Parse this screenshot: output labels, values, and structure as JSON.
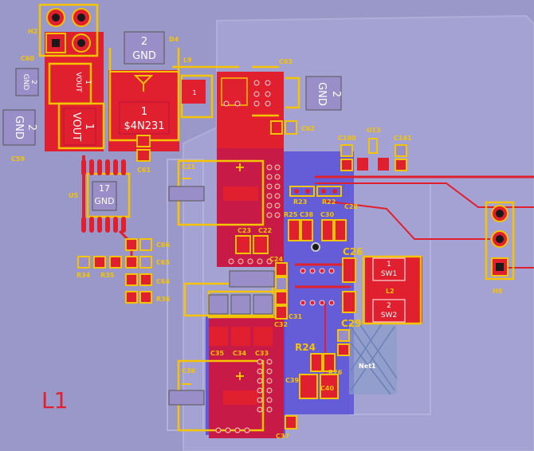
{
  "board": {
    "layer_label": "L1",
    "colors": {
      "background": "#9a98c8",
      "copper_top": "#e0202e",
      "copper_dark": "#b8123a",
      "silkscreen": "#f5c400",
      "pad": "#d92232",
      "via": "#c8c8c8",
      "bottom_layer": "#5a50d8",
      "label_box": "#9a8ec8"
    }
  },
  "components": {
    "H2": {
      "ref": "H2"
    },
    "D4": {
      "ref": "D4",
      "pin2": "2",
      "net2": "GND",
      "pin1": "1",
      "net1": "$4N231"
    },
    "L9": {
      "ref": "L9",
      "pin": "1"
    },
    "C63": {
      "ref": "C63",
      "pin2": "2",
      "net2": "GND"
    },
    "C60": {
      "ref": "C60",
      "pin": "2",
      "net": "GND"
    },
    "U_VOUT1": {
      "pin": "1",
      "net": "VOUT"
    },
    "U_VOUT2": {
      "pin": "1",
      "net": "VOUT"
    },
    "C59": {
      "ref": "C59",
      "pin": "2",
      "net": "GND"
    },
    "C61": {
      "ref": "C61"
    },
    "U5": {
      "ref": "U5",
      "pin": "17",
      "net": "GND"
    },
    "C62": {
      "ref": "C62"
    },
    "C100": {
      "ref": "C100"
    },
    "U13": {
      "ref": "U13"
    },
    "C141": {
      "ref": "C141"
    },
    "C21": {
      "ref": "C21"
    },
    "R23": {
      "ref": "R23"
    },
    "R22": {
      "ref": "R22"
    },
    "R25": {
      "ref": "R25"
    },
    "C38": {
      "ref": "C38"
    },
    "C30": {
      "ref": "C30"
    },
    "C28": {
      "ref": "C28"
    },
    "H8": {
      "ref": "H8"
    },
    "C23": {
      "ref": "C23"
    },
    "C22": {
      "ref": "C22"
    },
    "C24": {
      "ref": "C24"
    },
    "C26": {
      "ref": "C26"
    },
    "L2": {
      "ref": "L2",
      "pin1": "1",
      "net1": "SW1",
      "pin2": "2",
      "net2": "SW2"
    },
    "C66": {
      "ref": "C66"
    },
    "C65": {
      "ref": "C65"
    },
    "C64": {
      "ref": "C64"
    },
    "R36": {
      "ref": "R36"
    },
    "R34": {
      "ref": "R34"
    },
    "R35": {
      "ref": "R35"
    },
    "C32": {
      "ref": "C32"
    },
    "C31": {
      "ref": "C31"
    },
    "C29": {
      "ref": "C29"
    },
    "C35": {
      "ref": "C35"
    },
    "C34": {
      "ref": "C34"
    },
    "C33": {
      "ref": "C33"
    },
    "R24": {
      "ref": "R24"
    },
    "C36": {
      "ref": "C36"
    },
    "C39": {
      "ref": "C39"
    },
    "R26": {
      "ref": "R26"
    },
    "C40": {
      "ref": "C40"
    },
    "C37": {
      "ref": "C37"
    },
    "Net1": {
      "ref": "Net1"
    }
  }
}
